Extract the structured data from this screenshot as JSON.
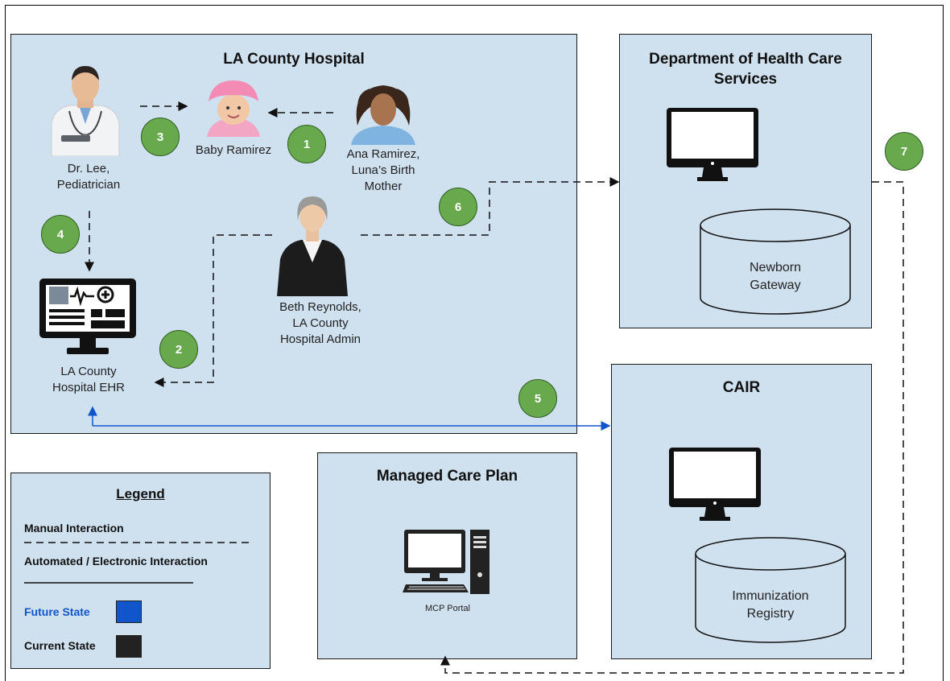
{
  "boxes": {
    "hospital": {
      "title": "LA County Hospital"
    },
    "dhcs": {
      "title": "Department of Health Care Services"
    },
    "cair": {
      "title": "CAIR"
    },
    "mcp": {
      "title": "Managed Care Plan"
    }
  },
  "actors": {
    "doctor": "Dr. Lee,\nPediatrician",
    "baby": "Baby Ramirez",
    "mother": "Ana Ramirez,\nLuna’s Birth\nMother",
    "admin": "Beth Reynolds,\nLA County\nHospital Admin",
    "ehr": "LA County\nHospital EHR"
  },
  "systems": {
    "newborn_gateway": "Newborn\nGateway",
    "immunization_registry": "Immunization\nRegistry",
    "mcp_portal": "MCP Portal"
  },
  "steps": [
    "1",
    "2",
    "3",
    "4",
    "5",
    "6",
    "7"
  ],
  "legend": {
    "title": "Legend",
    "manual": "Manual  Interaction",
    "automated": "Automated / Electronic Interaction",
    "future": "Future State",
    "current": "Current State"
  },
  "colors": {
    "box_fill": "#cfe0ef",
    "future": "#1155cc",
    "current": "#222222",
    "step": "#67a94c"
  }
}
